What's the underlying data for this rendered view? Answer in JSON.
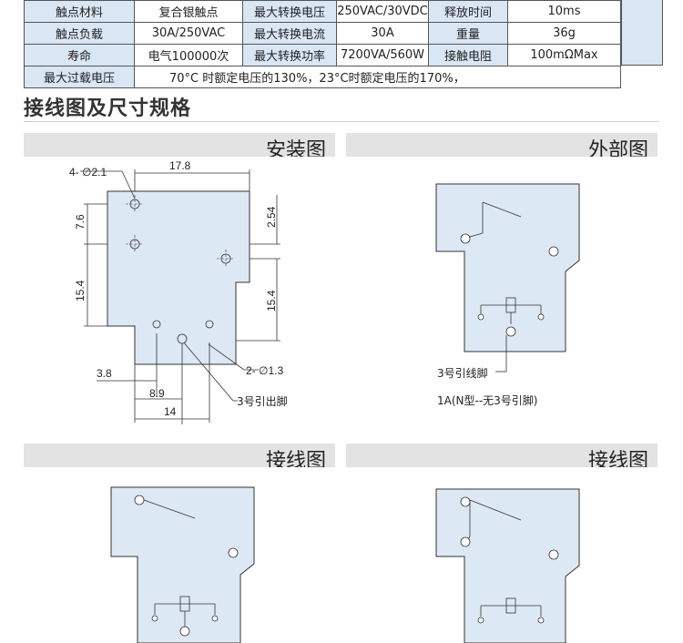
{
  "spec_table": {
    "rows": [
      [
        "触点材料",
        "复合银触点",
        "最大转换电压",
        "250VAC/30VDC",
        "释放时间",
        "10ms"
      ],
      [
        "触点负载",
        "30A/250VAC",
        "最大转换电流",
        "30A",
        "重量",
        "36g"
      ],
      [
        "寿命",
        "电气100000次",
        "最大转换功率",
        "7200VA/560W",
        "接触电阻",
        "100mΩMax"
      ]
    ],
    "overload_label": "最大过载电压",
    "overload_value": "70°C 时额定电压的130%，23°C时额定电压的170%，"
  },
  "section_title": "接线图及尺寸规格",
  "panels": {
    "install": {
      "title": "安装图"
    },
    "external": {
      "title": "外部图"
    },
    "wiring1": {
      "title": "接线图"
    },
    "wiring2": {
      "title": "接线图"
    }
  },
  "install_dims": {
    "hole_small": "4- ∅2.1",
    "width_top": "17.8",
    "v_7_6": "7.6",
    "v_2_54": "2.54",
    "v_15_4_left": "15.4",
    "v_15_4_right": "15.4",
    "h_3_8": "3.8",
    "hole_large": "2- ∅1.3",
    "h_8_9": "8.9",
    "pin3_label": "3号引出脚",
    "h_14": "14"
  },
  "external_labels": {
    "pin3": "3号引线脚",
    "note": "1A(N型--无3号引脚)"
  }
}
